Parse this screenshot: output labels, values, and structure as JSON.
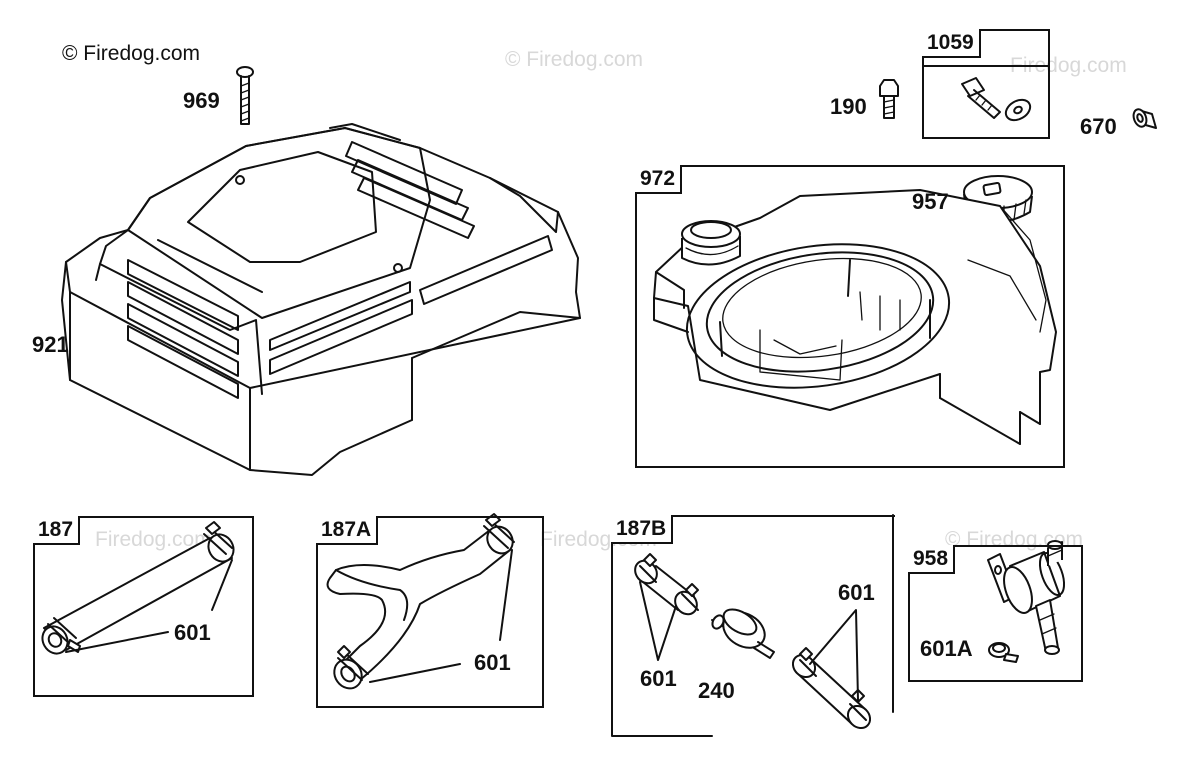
{
  "copyright": "© Firedog.com",
  "watermark": "© Firedog.com",
  "watermark_faint": "Firedog.com",
  "boxes": {
    "b1059": "1059",
    "b972": "972",
    "b187": "187",
    "b187A": "187A",
    "b187B": "187B",
    "b958": "958"
  },
  "callouts": {
    "c969": "969",
    "c921": "921",
    "c190": "190",
    "c670": "670",
    "c957": "957",
    "c601_187": "601",
    "c601_187A": "601",
    "c601_187B_left": "601",
    "c601_187B_right": "601",
    "c240": "240",
    "c601A": "601A"
  }
}
